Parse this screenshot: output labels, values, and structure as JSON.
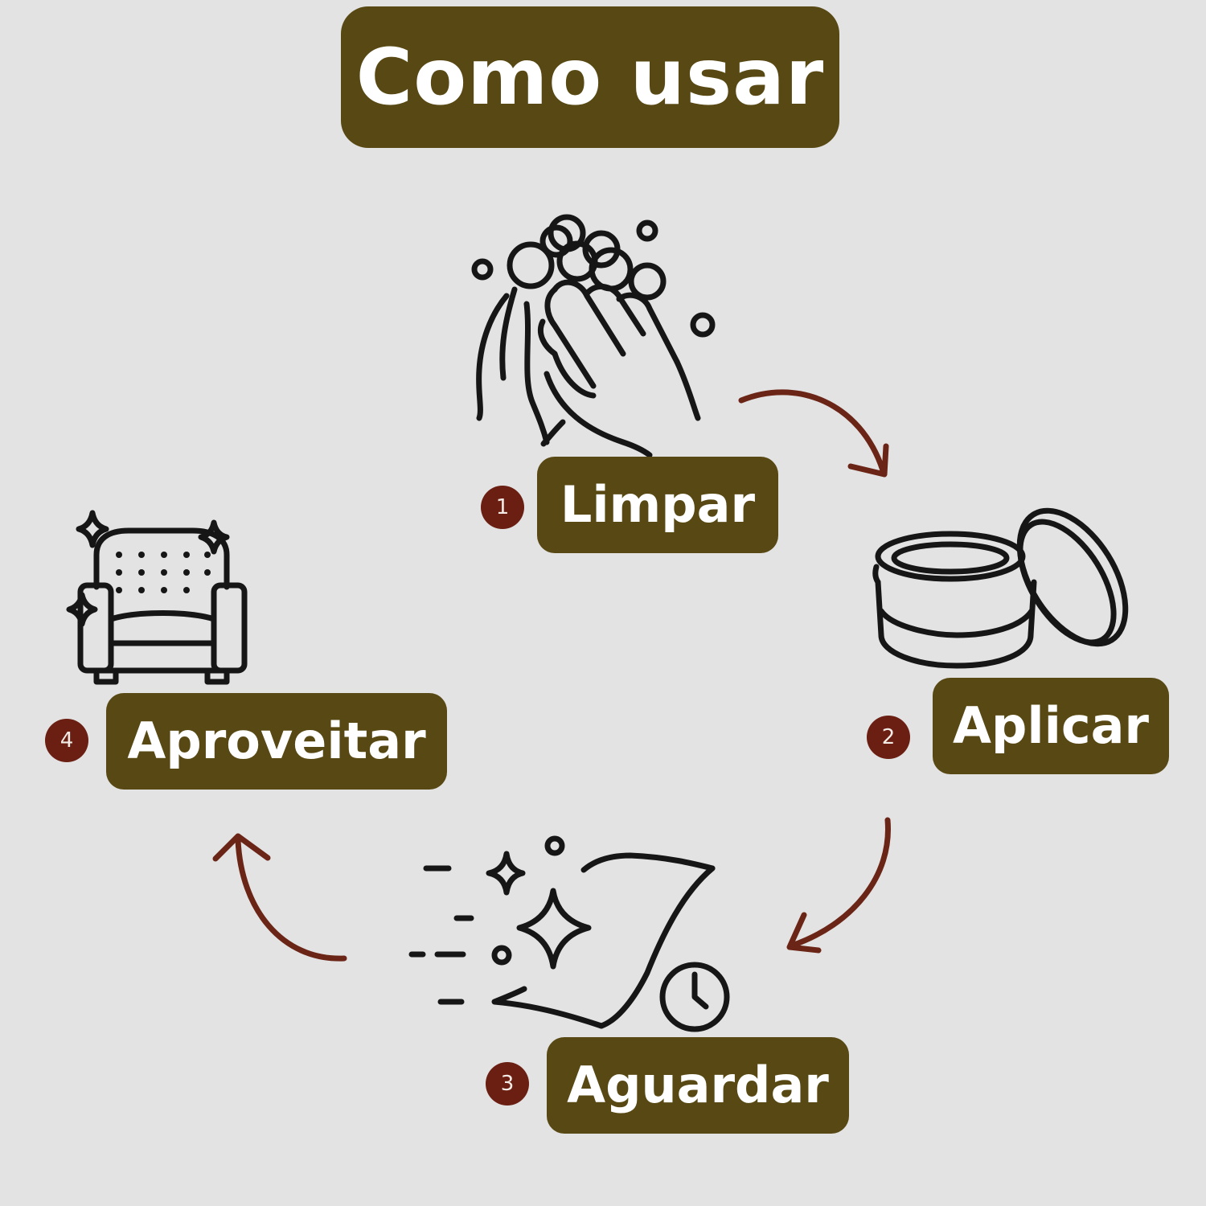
{
  "title": "Como usar",
  "steps": [
    {
      "number": "1",
      "label": "Limpar",
      "icon": "washing-hands-icon"
    },
    {
      "number": "2",
      "label": "Aplicar",
      "icon": "cream-jar-icon"
    },
    {
      "number": "3",
      "label": "Aguardar",
      "icon": "cloth-wipe-clock-icon"
    },
    {
      "number": "4",
      "label": "Aproveitar",
      "icon": "clean-armchair-icon"
    }
  ],
  "colors": {
    "background": "#e4e3e3",
    "label_fill": "#584813",
    "label_text": "#ffffff",
    "badge_fill": "#6a1f12",
    "arrow": "#6a2516",
    "icon_ink": "#161616"
  }
}
